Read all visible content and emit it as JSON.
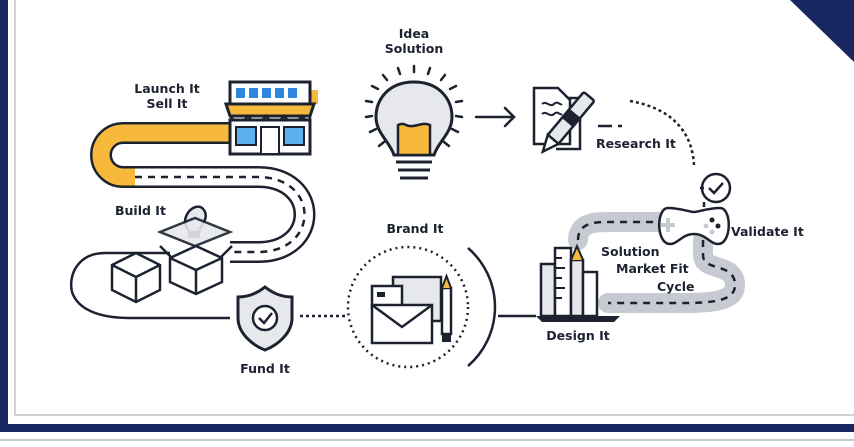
{
  "colors": {
    "navy": "#18275f",
    "ink": "#1c2230",
    "road_yellow": "#f6b93b",
    "road_gray": "#c7cbd1",
    "awning_blue": "#2e86de",
    "window_blue": "#5fb0ef",
    "light": "#e6e8ec"
  },
  "steps": {
    "idea": {
      "line1": "Idea",
      "line2": "Solution"
    },
    "launch": {
      "line1": "Launch It",
      "line2": "Sell It"
    },
    "research": {
      "label": "Research It"
    },
    "build": {
      "label": "Build It"
    },
    "brand": {
      "label": "Brand It"
    },
    "validate": {
      "label": "Validate It"
    },
    "design": {
      "label": "Design It"
    },
    "fund": {
      "label": "Fund It"
    }
  },
  "cycle_title": {
    "line1": "Solution",
    "line2": "Market Fit",
    "line3": "Cycle"
  },
  "icons": [
    "lightbulb-icon",
    "store-icon",
    "document-pen-icon",
    "gamepad-icon",
    "checkmark-icon",
    "boxes-icon",
    "shield-icon",
    "envelope-icon",
    "pencil-icon",
    "ruler-icon",
    "arrow-right-icon"
  ]
}
